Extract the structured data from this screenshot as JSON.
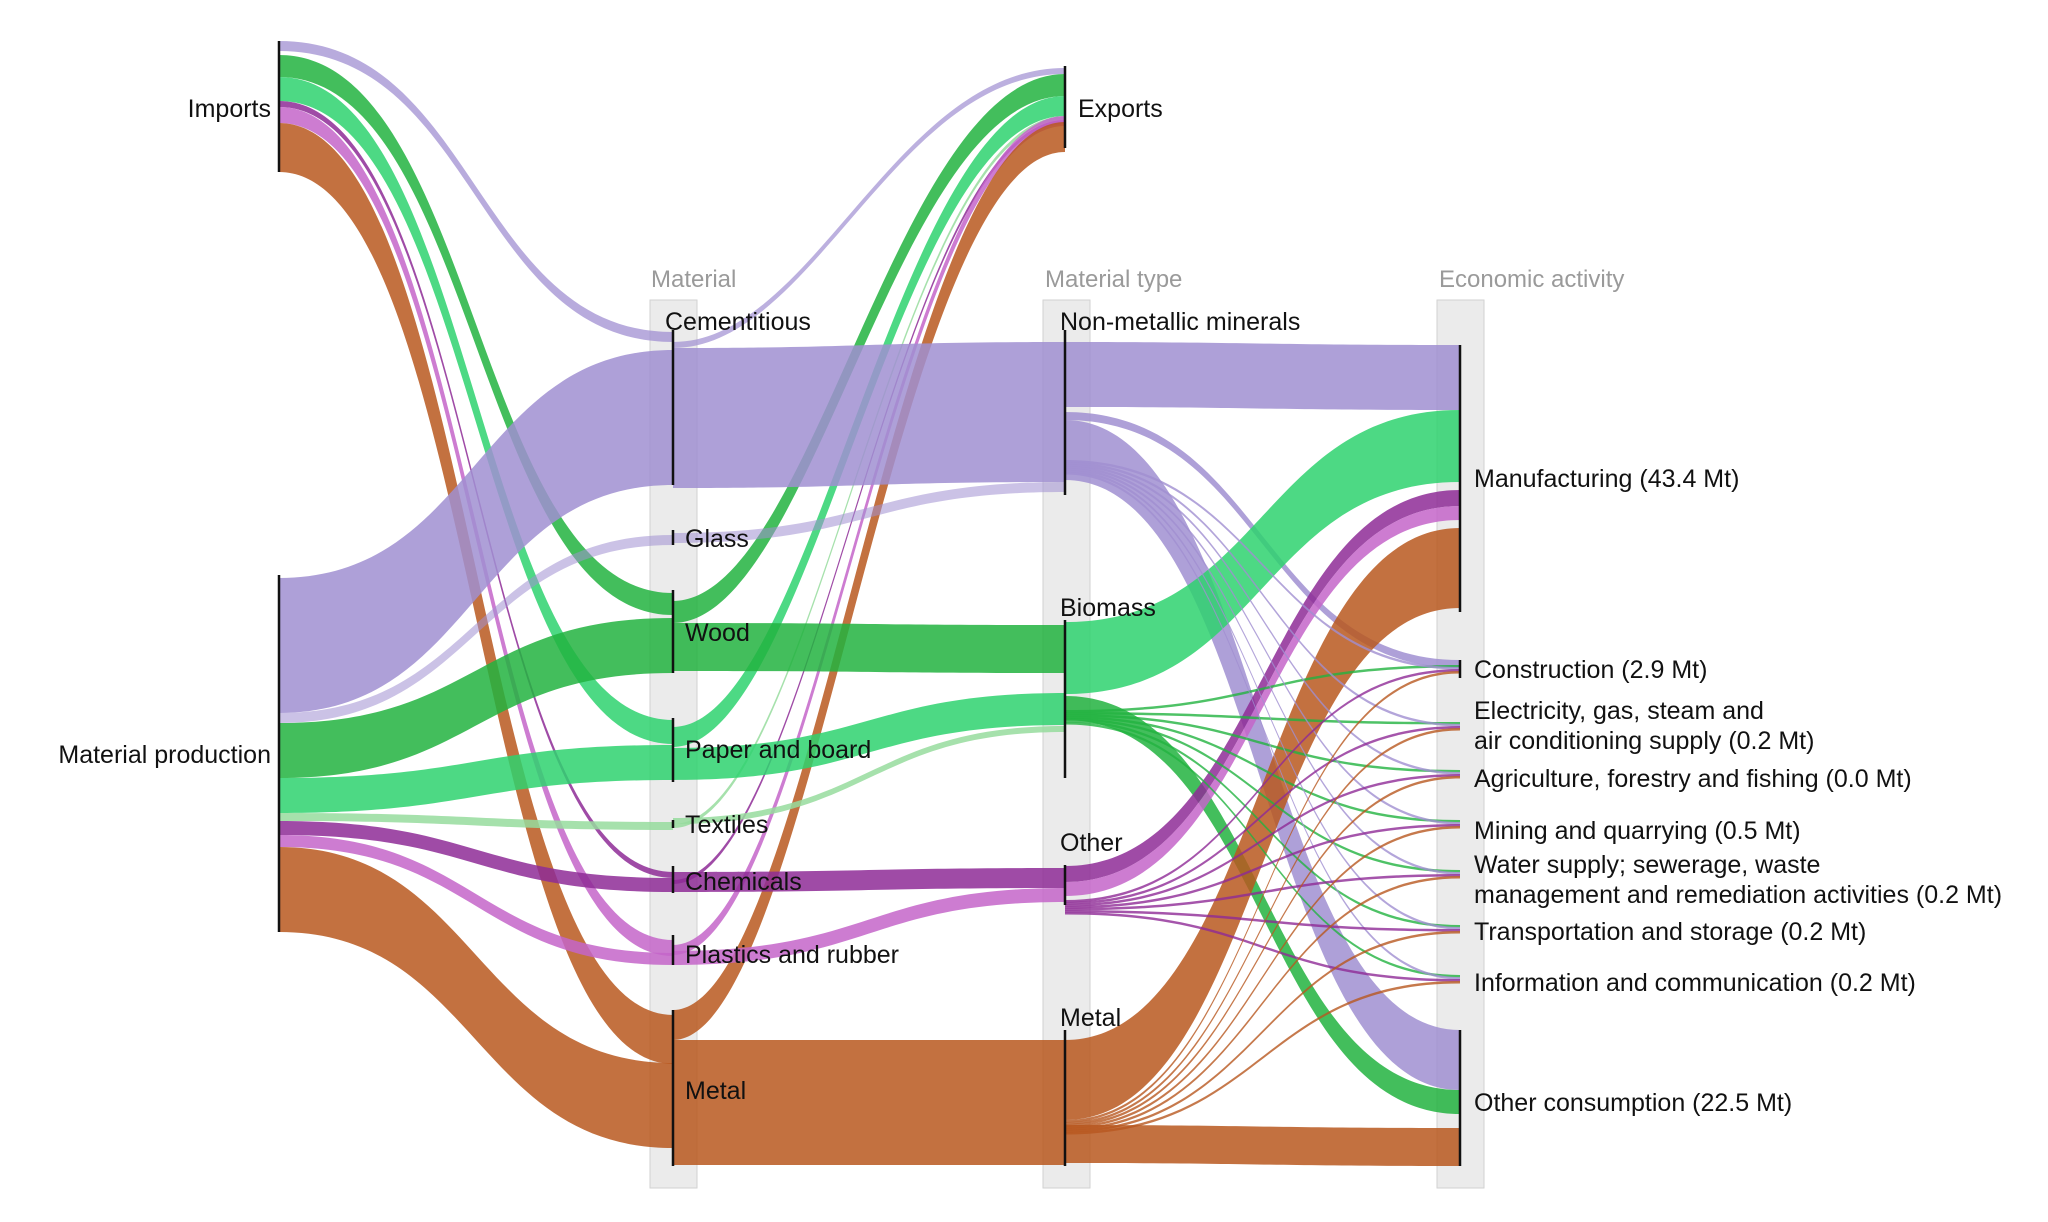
{
  "columns": {
    "material": "Material",
    "material_type": "Material type",
    "economic_activity": "Economic activity"
  },
  "sources": {
    "imports": "Imports",
    "material_production": "Material production"
  },
  "exports": "Exports",
  "materials": {
    "cementitious": "Cementitious",
    "glass": "Glass",
    "wood": "Wood",
    "paper": "Paper and board",
    "textiles": "Textiles",
    "chemicals": "Chemicals",
    "plastics": "Plastics and rubber",
    "metal": "Metal"
  },
  "types": {
    "nonmetallic": "Non-metallic minerals",
    "biomass": "Biomass",
    "other": "Other",
    "metal": "Metal"
  },
  "activities": {
    "manufacturing": "Manufacturing (43.4 Mt)",
    "construction": "Construction (2.9 Mt)",
    "electricity_1": "Electricity, gas, steam and",
    "electricity_2": "air conditioning supply (0.2 Mt)",
    "agriculture": "Agriculture, forestry and fishing (0.0 Mt)",
    "mining": "Mining and quarrying (0.5 Mt)",
    "water_1": "Water supply; sewerage, waste",
    "water_2": "management and remediation activities (0.2 Mt)",
    "transport": "Transportation and storage (0.2 Mt)",
    "information": "Information and communication (0.2 Mt)",
    "other_consumption": "Other consumption (22.5 Mt)"
  },
  "colors": {
    "non_metallic_minerals": "#a08fd1",
    "biomass_wood": "#22b340",
    "biomass_paper": "#2ed26e",
    "textiles": "#96dc9e",
    "chemicals": "#8e2b96",
    "plastics": "#c465c9",
    "metal": "#b8581f",
    "background_band": "#ebebeb"
  }
}
